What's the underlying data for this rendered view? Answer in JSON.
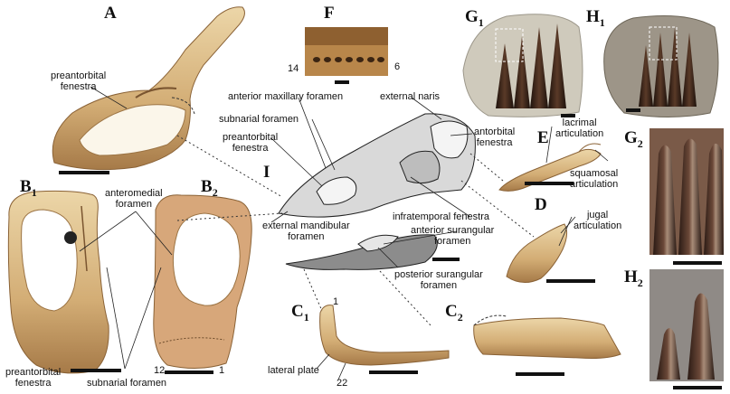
{
  "panels": {
    "A": "A",
    "B1": "B",
    "B1_sub": "1",
    "B2": "B",
    "B2_sub": "2",
    "C1": "C",
    "C1_sub": "1",
    "C2": "C",
    "C2_sub": "2",
    "D": "D",
    "E": "E",
    "F": "F",
    "G1": "G",
    "G1_sub": "1",
    "G2": "G",
    "G2_sub": "2",
    "H1": "H",
    "H1_sub": "1",
    "H2": "H",
    "H2_sub": "2",
    "I": "I"
  },
  "labels": {
    "a_preantorbital_1": "preantorbital",
    "a_preantorbital_2": "fenestra",
    "b_anteromedial_1": "anteromedial",
    "b_anteromedial_2": "foramen",
    "b_preantorbital_1": "preantorbital",
    "b_preantorbital_2": "fenestra",
    "b_subnarial": "subnarial foramen",
    "b_num_12": "12",
    "b_num_1": "1",
    "f_num_14": "14",
    "f_num_6": "6",
    "i_anterior_maxillary": "anterior maxillary foramen",
    "i_external_naris": "external naris",
    "i_subnarial": "subnarial foramen",
    "i_preantorbital_1": "preantorbital",
    "i_preantorbital_2": "fenestra",
    "i_antorbital_1": "antorbital",
    "i_antorbital_2": "fenestra",
    "i_external_mandibular_1": "external mandibular",
    "i_external_mandibular_2": "foramen",
    "i_infratemporal": "infratemporal fenestra",
    "i_anterior_surangular_1": "anterior surangular",
    "i_anterior_surangular_2": "foramen",
    "i_posterior_surangular_1": "posterior surangular",
    "i_posterior_surangular_2": "foramen",
    "e_lacrimal_1": "lacrimal",
    "e_lacrimal_2": "articulation",
    "e_squamosal_1": "squamosal",
    "e_squamosal_2": "articulation",
    "d_jugal_1": "jugal",
    "d_jugal_2": "articulation",
    "c_num_1": "1",
    "c_num_22": "22",
    "c_lateral_plate": "lateral plate"
  },
  "colors": {
    "bone_light": "#e2c896",
    "bone_mid": "#c99e62",
    "bone_dark": "#8a6236",
    "matrix": "#c9c4b4",
    "tooth_dark": "#3a2418",
    "skull_fill": "#d9d9d9",
    "skull_dark": "#8c8c8c",
    "skull_line": "#222222"
  }
}
